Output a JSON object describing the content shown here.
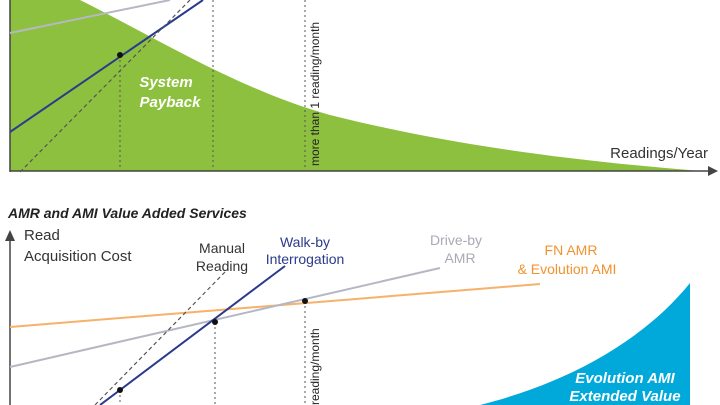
{
  "top_panel": {
    "x_axis_label": "Readings/Year",
    "payback_label_line1": "System",
    "payback_label_line2": "Payback",
    "vertical_marker_label": "more than 1 reading/month"
  },
  "bottom_panel": {
    "title": "AMR and AMI Value Added Services",
    "y_axis_label_line1": "Read",
    "y_axis_label_line2": "Acquisition Cost",
    "manual_line1": "Manual",
    "manual_line2": "Reading",
    "walkby_line1": "Walk-by",
    "walkby_line2": "Interrogation",
    "driveby_line1": "Drive-by",
    "driveby_line2": "AMR",
    "fn_line1": "FN AMR",
    "fn_line2": "& Evolution AMI",
    "vertical_marker_label": "reading/month",
    "evolution_line1": "Evolution AMI",
    "evolution_line2": "Extended Value"
  },
  "colors": {
    "green_fill": "#8dc03f",
    "cyan_fill": "#00a9d9",
    "navy_line": "#2b3a8c",
    "grey_line": "#b5b8c4",
    "orange_line": "#f6b16a",
    "manual_label": "#333333",
    "walkby_label": "#2b3a8c",
    "driveby_label": "#a8aab6",
    "fn_label": "#f0922e"
  }
}
